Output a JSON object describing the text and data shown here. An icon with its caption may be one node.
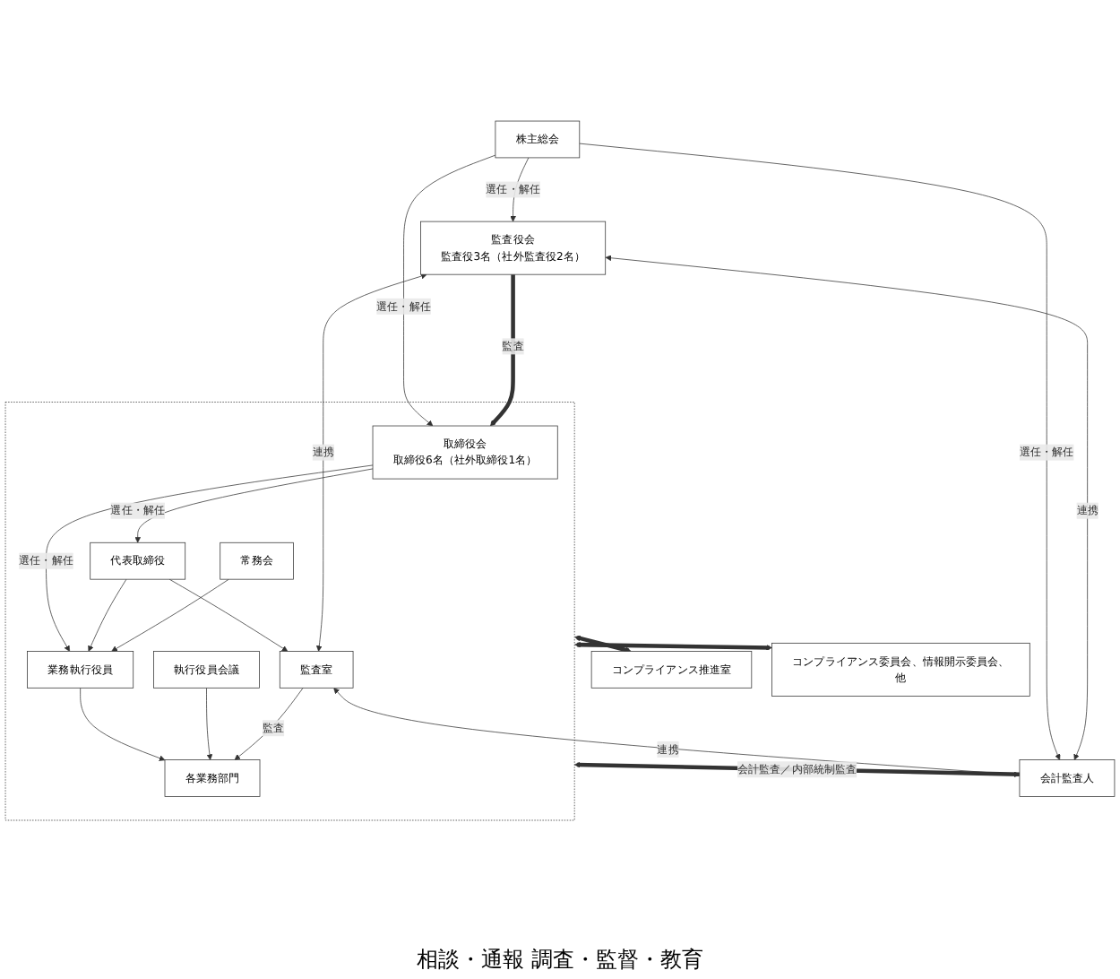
{
  "diagram": {
    "nodes": [
      {
        "text": [
          "株主総会"
        ]
      },
      {
        "text": [],
        "shape": "box"
      },
      {
        "text": [
          "取締役会",
          "取締役6名（社外取締役1名）"
        ],
        "in": 1
      },
      {
        "text": [
          "代表取締役"
        ],
        "in": 1
      },
      {
        "text": [
          "常務会"
        ],
        "in": 1
      },
      {
        "text": [
          "業務執行役員"
        ],
        "in": 1
      },
      {
        "text": [
          "執行役員会議"
        ],
        "in": 1
      },
      {
        "text": [
          "各業務部門"
        ],
        "in": 1
      },
      {
        "text": [
          "監査室"
        ],
        "in": 1
      },
      {
        "text": [
          "監査役会",
          "監査役3名（社外監査役2名）"
        ]
      },
      {
        "text": [
          "会計監査人"
        ]
      },
      {
        "text": [
          "コンプライアンス推進室"
        ]
      },
      {
        "text": [
          "コンプライアンス委員会、情報開示委員会、他"
        ]
      }
    ],
    "edges": [
      {
        "from": 0,
        "to": 2,
        "arrow": "to",
        "label": "選任・解任"
      },
      {
        "from": 0,
        "to": 9,
        "arrow": "to",
        "label": "選任・解任"
      },
      {
        "from": 0,
        "to": 10,
        "arrow": "to",
        "label": "選任・解任"
      },
      {
        "from": 2,
        "to": 3,
        "arrow": "to",
        "label": "選任・解任"
      },
      {
        "from": 2,
        "to": 5,
        "arrow": "to",
        "label": "選任・解任"
      },
      {
        "from": 3,
        "to": 5,
        "arrow": "to"
      },
      {
        "from": 4,
        "to": 5,
        "arrow": "to"
      },
      {
        "from": 5,
        "to": 7,
        "arrow": "to"
      },
      {
        "from": 6,
        "to": 7,
        "arrow": "to"
      },
      {
        "from": 3,
        "to": 8,
        "arrow": "to"
      },
      {
        "from": 8,
        "to": 7,
        "arrow": "to",
        "label": "監査"
      },
      {
        "from": 9,
        "to": 2,
        "arrow": "to",
        "label": "監査",
        "style": "thick"
      },
      {
        "from": 9,
        "to": 8,
        "arrow": "both",
        "label": "連携"
      },
      {
        "from": 9,
        "to": 10,
        "arrow": "both",
        "label": "連携"
      },
      {
        "from": 8,
        "to": 10,
        "arrow": "both",
        "label": "連携"
      },
      {
        "from": 10,
        "to": 1,
        "arrow": "to",
        "label": "会計監査／内部統制監査",
        "style": "thick"
      },
      {
        "from": 1,
        "to": 11,
        "arrow": "both",
        "style": "thick"
      },
      {
        "from": 1,
        "to": 12,
        "arrow": "both",
        "style": "thick"
      }
    ],
    "labels": [
      "相談・通報 調査・監督・教育"
    ]
  }
}
